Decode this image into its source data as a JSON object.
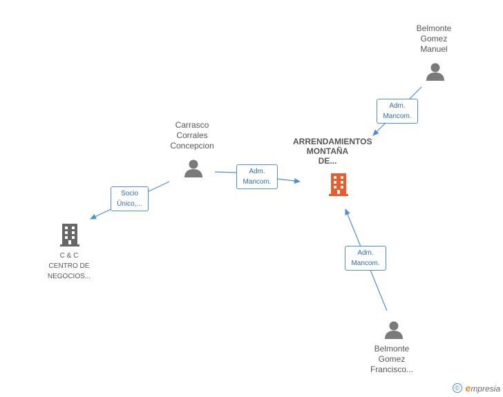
{
  "nodes": {
    "company_main": {
      "lines": [
        "ARRENDAMIENTOS",
        "MONTAÑA",
        "DE..."
      ],
      "color": "#ef5a2a"
    },
    "company_cc": {
      "lines": [
        "C & C",
        "CENTRO DE",
        "NEGOCIOS..."
      ],
      "color": "#555555"
    },
    "person_carrasco": {
      "lines": [
        "Carrasco",
        "Corrales",
        "Concepcion"
      ]
    },
    "person_manuel": {
      "lines": [
        "Belmonte",
        "Gomez",
        "Manuel"
      ]
    },
    "person_francisco": {
      "lines": [
        "Belmonte",
        "Gomez",
        "Francisco..."
      ]
    }
  },
  "relations": {
    "manuel_to_main": [
      "Adm.",
      "Mancom."
    ],
    "carrasco_to_main": [
      "Adm.",
      "Mancom."
    ],
    "carrasco_to_cc": [
      "Socio",
      "Único,..."
    ],
    "francisco_to_main": [
      "Adm.",
      "Mancom."
    ]
  },
  "colors": {
    "edge": "#4a8fd8",
    "person_icon": "#7a7a7a",
    "main_company": "#ef5a2a",
    "other_company": "#666666"
  },
  "footer": {
    "copyright": "©",
    "brand_e": "e",
    "brand_rest": "mpresia"
  }
}
